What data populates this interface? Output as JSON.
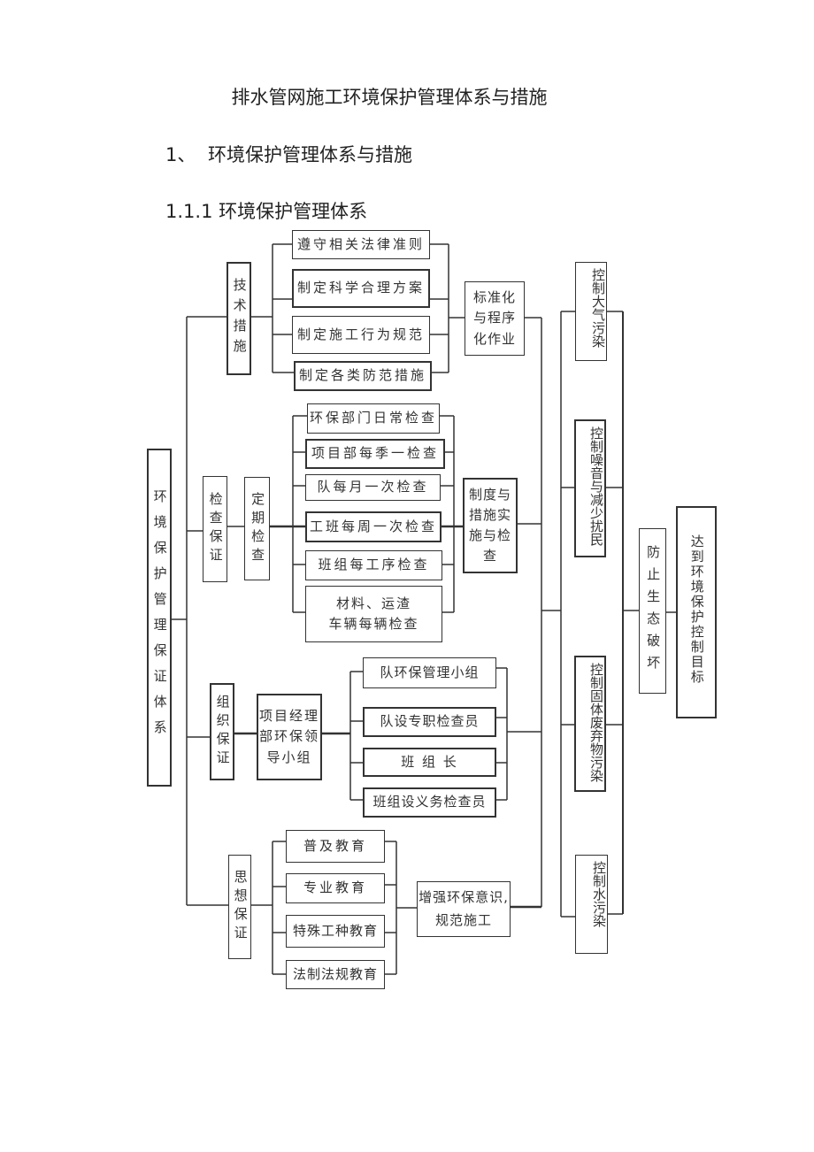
{
  "document": {
    "title": "排水管网施工环境保护管理体系与措施",
    "section_number": "1、",
    "section_title": "环境保护管理体系与措施",
    "subsection": "1.1.1 环境保护管理体系"
  },
  "diagram": {
    "root": "环境保护管理保证体系",
    "branches": {
      "tech": {
        "label": "技术措施",
        "items": [
          "遵守相关法律准则",
          "制定科学合理方案",
          "制定施工行为规范",
          "制定各类防范措施"
        ],
        "result": "标准化与程序化作业"
      },
      "inspect": {
        "label": "检查保证",
        "sub": "定期检查",
        "items": [
          "环保部门日常检查",
          "项目部每季一检查",
          "队每月一次检查",
          "工班每周一次检查",
          "班组每工序检查",
          "材料、运渣",
          "车辆每辆检查"
        ],
        "result": "制度与措施实施与检查"
      },
      "org": {
        "label": "组织保证",
        "sub_lines": [
          "项目经理",
          "部环保领",
          "导小组"
        ],
        "items": [
          "队环保管理小组",
          "队设专职检查员",
          "班 组 长",
          "班组设义务检查员"
        ]
      },
      "edu": {
        "label": "思想保证",
        "items": [
          "普及教育",
          "专业教育",
          "特殊工种教育",
          "法制法规教育"
        ],
        "result_lines": [
          "增强环保意识,",
          "规范施工"
        ]
      }
    },
    "controls": [
      "控制大气污染",
      "控制噪音与减少扰民",
      "控制固体废弃物污染",
      "控制水污染"
    ],
    "prevent": "防止生态破坏",
    "goal": "达到环境保护控制目标"
  }
}
